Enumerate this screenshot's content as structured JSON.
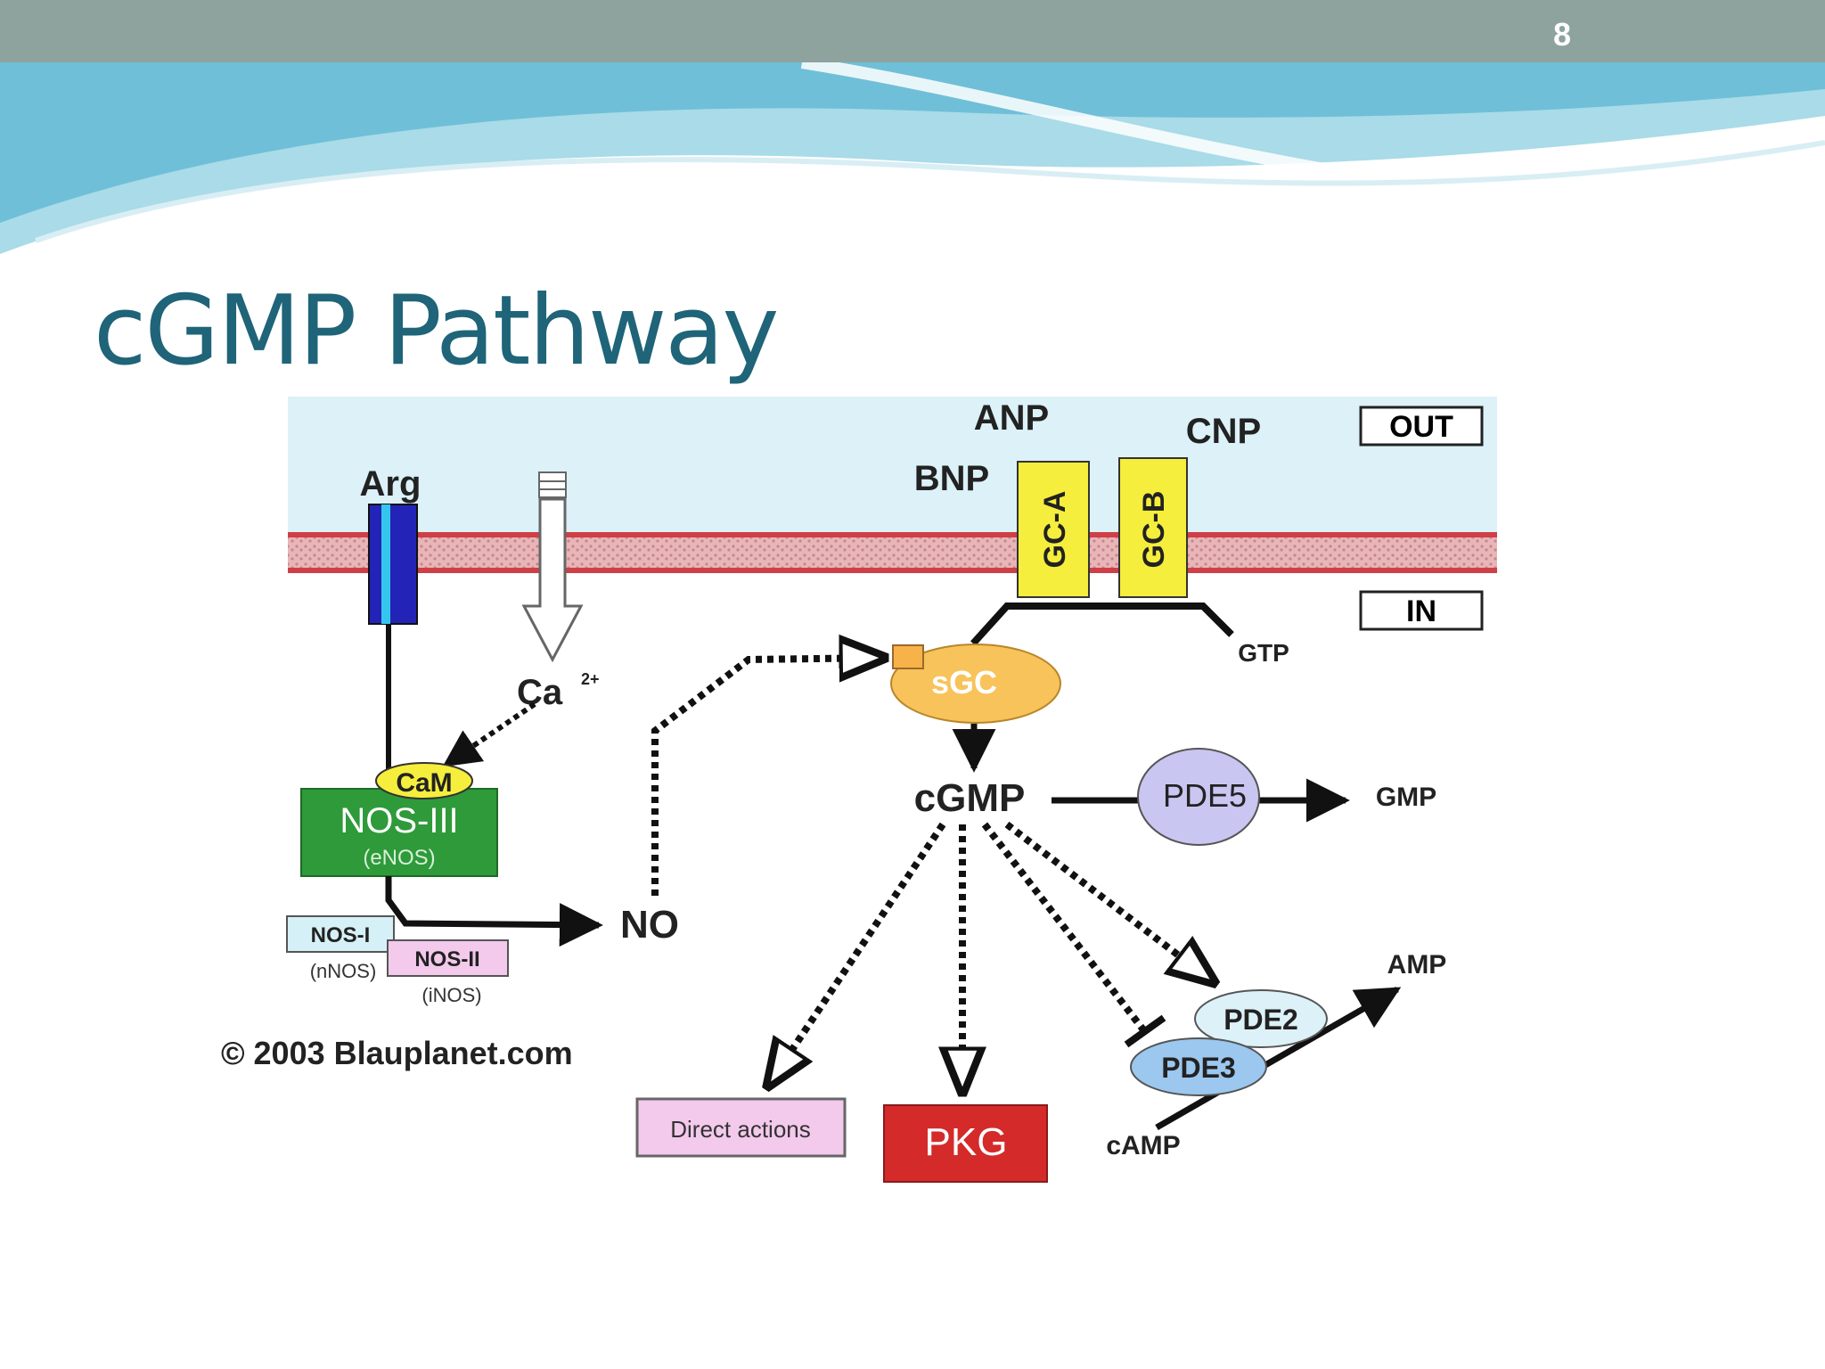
{
  "slide": {
    "number": "8",
    "title": "cGMP Pathway"
  },
  "diagram": {
    "arg": "Arg",
    "ca": "Ca",
    "ca_sup": "2+",
    "cam": "CaM",
    "nos3": "NOS-III",
    "enos": "(eNOS)",
    "nos1": "NOS-I",
    "nnos": "(nNOS)",
    "nos2": "NOS-II",
    "inos": "(iNOS)",
    "no": "NO",
    "anp": "ANP",
    "bnp": "BNP",
    "cnp": "CNP",
    "gca": "GC-A",
    "gcb": "GC-B",
    "out": "OUT",
    "in": "IN",
    "gtp": "GTP",
    "sgc": "sGC",
    "cgmp": "cGMP",
    "pde5": "PDE5",
    "gmp": "GMP",
    "amp": "AMP",
    "pde2": "PDE2",
    "pde3": "PDE3",
    "camp": "cAMP",
    "direct": "Direct actions",
    "pkg": "PKG",
    "copyright": "© 2003 Blauplanet.com"
  },
  "colors": {
    "title": "#1f6478",
    "topbar": "#8fa39e",
    "membrane_band": "#cf3f46",
    "extracellular": "#dcf1f8",
    "receptor": "#f5ee3d",
    "nos3": "#2e9a3a",
    "sgc": "#f7c35a",
    "pde5": "#c9c6f2",
    "pde_blue": "#9cc7ef",
    "pkg": "#d42a2a",
    "direct_actions": "#f3c9ec"
  }
}
